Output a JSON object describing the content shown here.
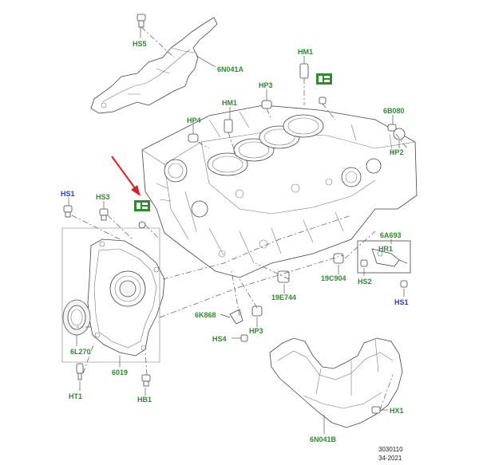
{
  "labels": {
    "hs5": "HS5",
    "n6041a": "6N041A",
    "hm1_top": "HM1",
    "hp3_top": "HP3",
    "hm1_mid": "HM1",
    "hp4": "HP4",
    "b6080": "6B080",
    "hp2": "HP2",
    "hs1_left": "HS1",
    "hs3": "HS3",
    "a6693": "6A693",
    "hr1": "HR1",
    "c19904": "19C904",
    "hs2": "HS2",
    "hs1_right": "HS1",
    "e19744": "19E744",
    "k6868": "6K868",
    "hp3_bot": "HP3",
    "hs4": "HS4",
    "l6270": "6L270",
    "n6019": "6019",
    "ht1": "HT1",
    "hb1": "HB1",
    "hx1": "HX1",
    "n6041b": "6N041B"
  },
  "reference": {
    "line1": "3030110",
    "line2": "34-2021"
  },
  "icons": [
    "seal-kit-icon",
    "seal-kit-icon",
    "red-arrow-pointer"
  ],
  "colors": {
    "label_green": "#2e8b2e",
    "label_blue": "#1f3fd1",
    "badge_green": "#2e8b2e",
    "arrow_red": "#e02020"
  }
}
